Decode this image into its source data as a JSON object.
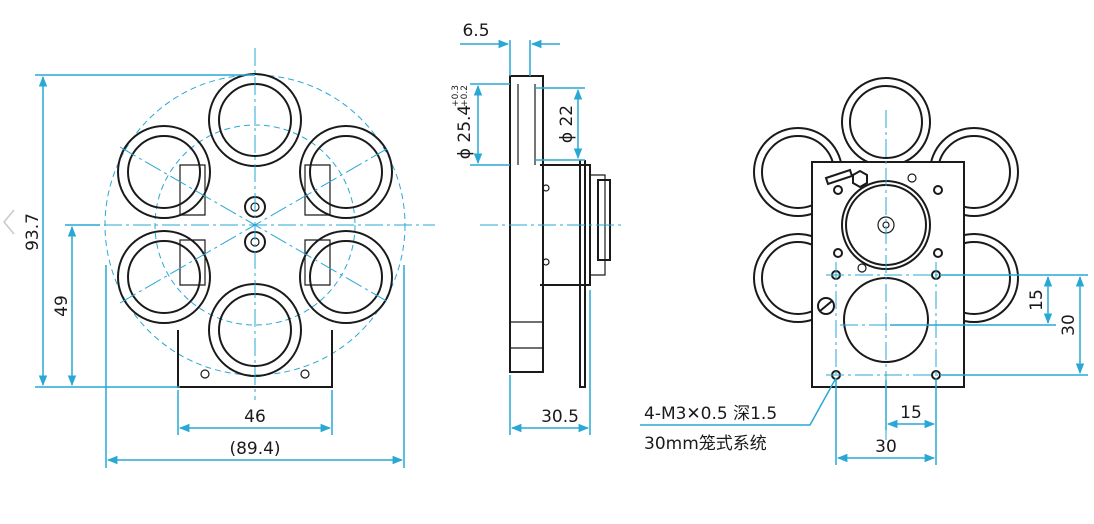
{
  "colors": {
    "line": "#1a1a1a",
    "dimension": "#29a8d6"
  },
  "left_view": {
    "height_total": "93.7",
    "height_center": "49",
    "width_plate": "46",
    "width_total": "(89.4)"
  },
  "side_view": {
    "thickness": "6.5",
    "aperture_outer": "ϕ 25.4",
    "tol_upper": "+0.3",
    "tol_lower": "+0.2",
    "aperture_inner": "ϕ 22",
    "depth": "30.5"
  },
  "right_view": {
    "spacing_v_half": "15",
    "spacing_v": "30",
    "spacing_h_half": "15",
    "spacing_h": "30",
    "thread_note": "4-M3✕0.5 深1.5",
    "cage_note": "30mm笼式系统"
  }
}
